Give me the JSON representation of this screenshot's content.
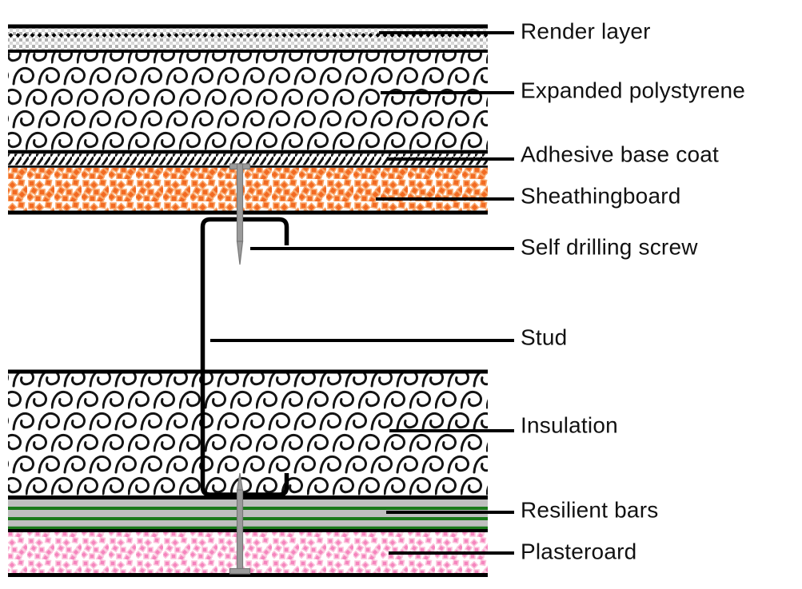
{
  "labels": {
    "render_layer": "Render layer",
    "expanded_polystyrene": "Expanded polystyrene",
    "adhesive_base_coat": "Adhesive base coat",
    "sheathingboard": "Sheathingboard",
    "self_drilling_screw": "Self drilling screw",
    "stud": "Stud",
    "insulation": "Insulation",
    "resilient_bars": "Resilient bars",
    "plasteroard": "Plasteroard"
  },
  "colors": {
    "line_black": "#000000",
    "render_gray_dark": "#b0b0b0",
    "render_gray_light": "#d8d8d8",
    "sheathing_orange": "#F26A22",
    "sheathing_orange_outline": "#F9A76B",
    "plaster_pink": "#F585BE",
    "plaster_pink_outline": "#FBC4DC",
    "resilient_gray": "#BFBFBF",
    "resilient_green": "#1A7A1A",
    "screw_gray": "#9B9B9B",
    "screw_gray_dark": "#787878"
  }
}
